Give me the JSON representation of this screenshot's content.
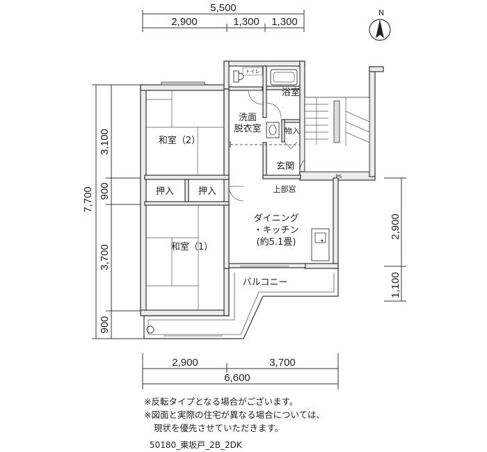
{
  "dimensions": {
    "top_total": "5,500",
    "top_segments": [
      "2,900",
      "1,300",
      "1,300"
    ],
    "left_total": "7,700",
    "left_segments": [
      "3,100",
      "900",
      "3,700",
      "900"
    ],
    "right_segments": [
      "2,900",
      "1,100"
    ],
    "bottom_segments": [
      "2,900",
      "3,700"
    ],
    "bottom_total": "6,600"
  },
  "rooms": {
    "toilet": "トイレ",
    "bath": "浴室",
    "washroom_line1": "洗面",
    "washroom_line2": "脱衣室",
    "storage_small": "物入",
    "japanese_room_2": "和室（2）",
    "entrance": "玄関",
    "closet_left": "押入",
    "closet_right": "押入",
    "transom_window": "上部窓",
    "ps": "PS",
    "dk_line1": "ダイニング",
    "dk_line2": "・キッチン",
    "dk_line3": "(約5.1畳)",
    "japanese_room_1": "和室（1）",
    "balcony": "バルコニー"
  },
  "compass": {
    "label": "N"
  },
  "notes": [
    "※反転タイプとなる場合がございます。",
    "※図面と実際の住宅が異なる場合については、",
    "現状を優先させていただきます。"
  ],
  "plan_code": "50180_東坂戸_2B_2DK"
}
